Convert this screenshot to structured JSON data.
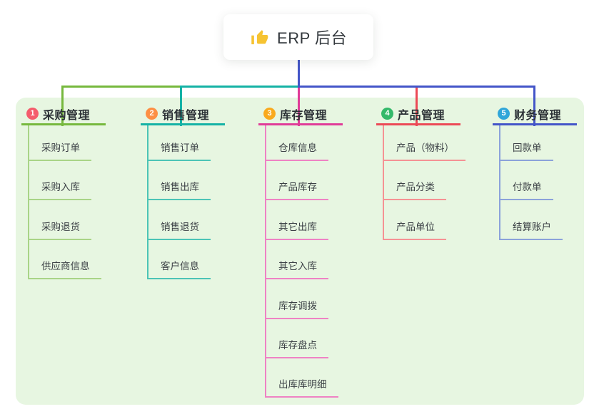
{
  "root": {
    "label": "ERP 后台",
    "icon": "thumbs-up-icon",
    "icon_color": "#f6c332",
    "connector_color": "#4355c8"
  },
  "canvas": {
    "background": "#ffffff",
    "panel_background": "#e7f6e1"
  },
  "branches": [
    {
      "badge": "1",
      "label": "采购管理",
      "color": "#76b83d",
      "light_color": "#a9d487",
      "badge_color": "#f45c6c",
      "items": [
        "采购订单",
        "采购入库",
        "采购退货",
        "供应商信息"
      ]
    },
    {
      "badge": "2",
      "label": "销售管理",
      "color": "#14b2a5",
      "light_color": "#4cc4b6",
      "badge_color": "#fd8f44",
      "items": [
        "销售订单",
        "销售出库",
        "销售退货",
        "客户信息"
      ]
    },
    {
      "badge": "3",
      "label": "库存管理",
      "color": "#e03b98",
      "light_color": "#ee82c4",
      "badge_color": "#f9a91d",
      "items": [
        "仓库信息",
        "产品库存",
        "其它出库",
        "其它入库",
        "库存调拨",
        "库存盘点",
        "出库库明细"
      ]
    },
    {
      "badge": "4",
      "label": "产品管理",
      "color": "#ec4956",
      "light_color": "#f59294",
      "badge_color": "#33b96a",
      "items": [
        "产品（物料）",
        "产品分类",
        "产品单位"
      ]
    },
    {
      "badge": "5",
      "label": "财务管理",
      "color": "#4355c8",
      "light_color": "#8ba2da",
      "badge_color": "#30a6d9",
      "items": [
        "回款单",
        "付款单",
        "结算账户"
      ]
    }
  ]
}
